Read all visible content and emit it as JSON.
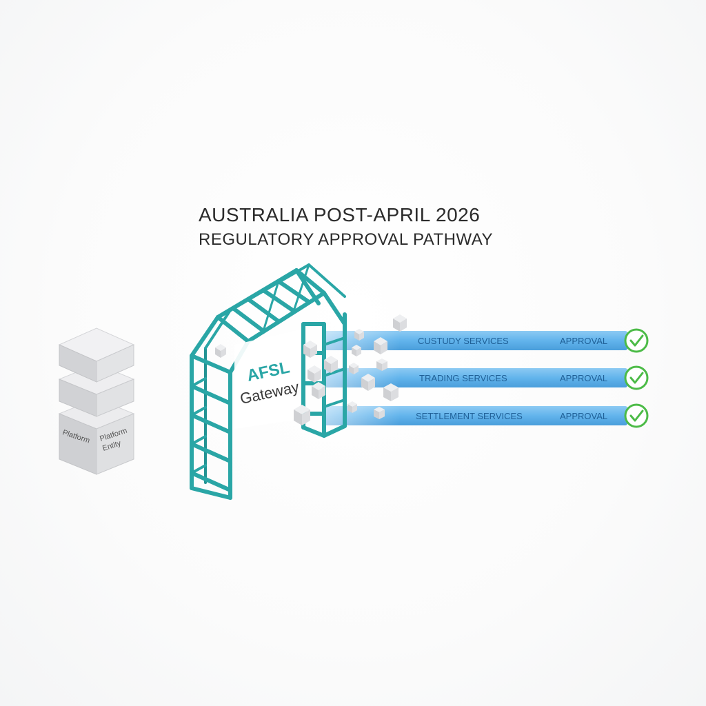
{
  "title": "AUSTRALIA POST-APRIL 2026",
  "subtitle": "REGULATORY APPROVAL PATHWAY",
  "platform_stack": {
    "labels": [
      "Platform",
      "Platform",
      "Entity"
    ]
  },
  "gateway": {
    "label_primary": "AFSL",
    "label_secondary": "Gateway"
  },
  "services": [
    {
      "name": "CUSTUDY SERVICES",
      "status": "APPROVAL",
      "icon": "check-circle-icon"
    },
    {
      "name": "TRADING SERVICES",
      "status": "APPROVAL",
      "icon": "check-circle-icon"
    },
    {
      "name": "SETTLEMENT SERVICES",
      "status": "APPROVAL",
      "icon": "check-circle-icon"
    }
  ],
  "colors": {
    "gateway": "#2aa6a6",
    "lane": "#5fb3ec",
    "lane_text": "#1f5f96",
    "check": "#4cbb47",
    "cube": "#d9dadc"
  }
}
